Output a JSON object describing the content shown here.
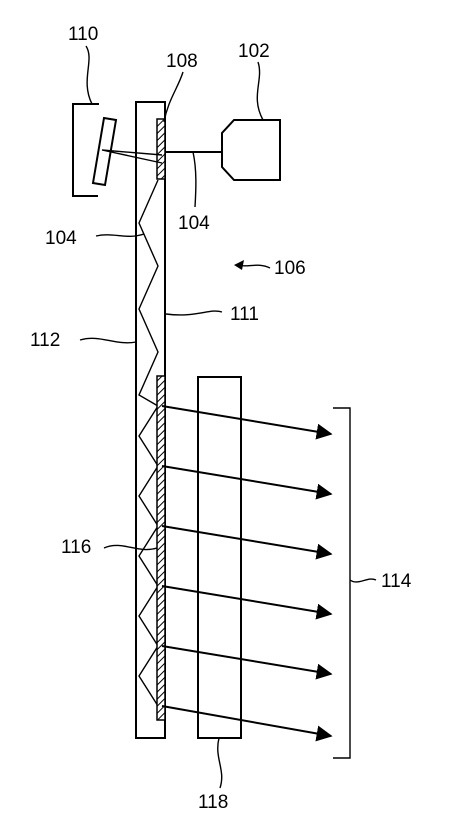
{
  "labels": {
    "l110": "110",
    "l108": "108",
    "l102": "102",
    "l104_right": "104",
    "l104_left": "104",
    "l106": "106",
    "l111": "111",
    "l112": "112",
    "l116": "116",
    "l114": "114",
    "l118": "118"
  },
  "colors": {
    "line": "#000000",
    "background": "#ffffff"
  }
}
